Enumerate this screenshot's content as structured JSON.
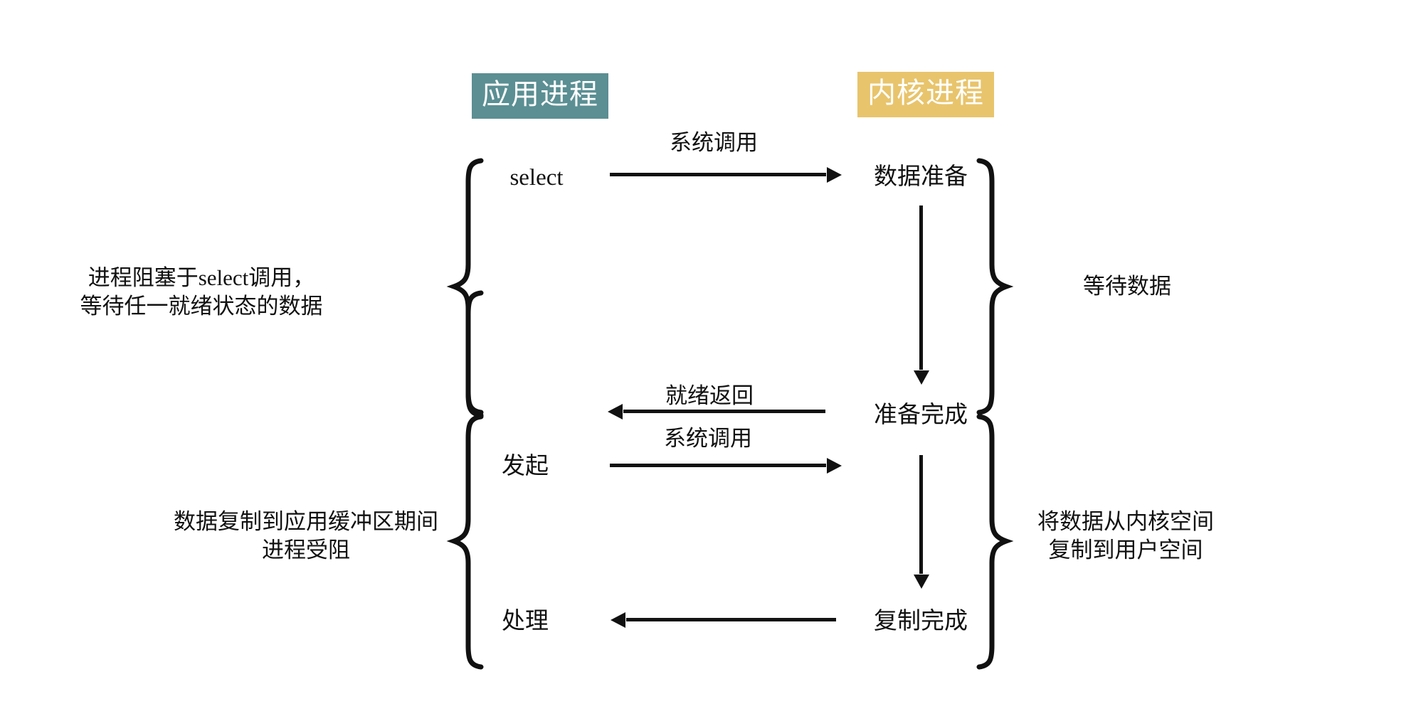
{
  "diagram": {
    "title_app": "应用进程",
    "title_kernel": "内核进程",
    "colors": {
      "app_header_bg": "#5b8f93",
      "kernel_header_bg": "#e8c46c",
      "header_text": "#ffffff",
      "line": "#111111",
      "background": "#ffffff"
    },
    "columns": [
      {
        "id": "app",
        "label": "应用进程",
        "bg": "#5b8f93"
      },
      {
        "id": "kernel",
        "label": "内核进程",
        "bg": "#e8c46c"
      }
    ],
    "app_steps": [
      {
        "id": "select",
        "label": "select"
      },
      {
        "id": "initiate",
        "label": "发起"
      },
      {
        "id": "handle",
        "label": "处理"
      }
    ],
    "kernel_steps": [
      {
        "id": "data-prepare",
        "label": "数据准备"
      },
      {
        "id": "prepare-done",
        "label": "准备完成"
      },
      {
        "id": "copy-done",
        "label": "复制完成"
      }
    ],
    "arrows": [
      {
        "id": "syscall-1",
        "label": "系统调用",
        "direction": "right"
      },
      {
        "id": "ready-return",
        "label": "就绪返回",
        "direction": "left"
      },
      {
        "id": "syscall-2",
        "label": "系统调用",
        "direction": "right"
      },
      {
        "id": "copy-return",
        "label": "",
        "direction": "left"
      },
      {
        "id": "kernel-wait",
        "label": "",
        "direction": "down"
      },
      {
        "id": "kernel-copy",
        "label": "",
        "direction": "down"
      }
    ],
    "left_notes": [
      {
        "id": "blocked-on-select",
        "lines": [
          "进程阻塞于select调用，",
          "等待任一就绪状态的数据"
        ]
      },
      {
        "id": "blocked-on-copy",
        "lines": [
          "数据复制到应用缓冲区期间",
          "进程受阻"
        ]
      }
    ],
    "right_notes": [
      {
        "id": "waiting-data",
        "lines": [
          "等待数据"
        ]
      },
      {
        "id": "kernel-to-user",
        "lines": [
          "将数据从内核空间",
          "复制到用户空间"
        ]
      }
    ]
  }
}
